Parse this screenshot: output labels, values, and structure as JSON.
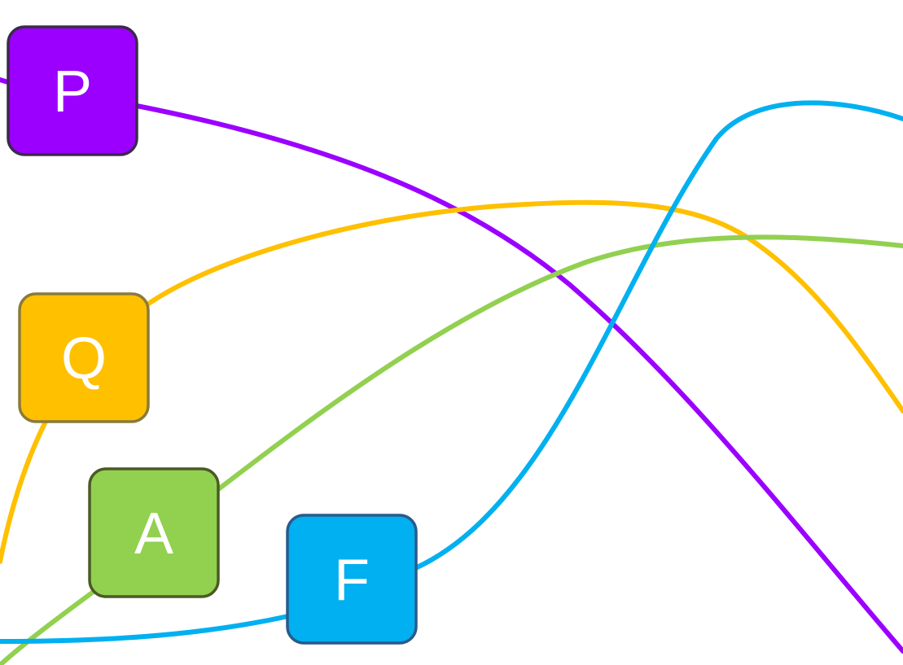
{
  "nodes": [
    {
      "id": "P",
      "label": "P",
      "fill": "#9b00ff",
      "stroke": "#3b2a4a"
    },
    {
      "id": "Q",
      "label": "Q",
      "fill": "#ffc000",
      "stroke": "#8a7a3a"
    },
    {
      "id": "A",
      "label": "A",
      "fill": "#92d050",
      "stroke": "#4b5a25"
    },
    {
      "id": "F",
      "label": "F",
      "fill": "#00b0f0",
      "stroke": "#2a5a8a"
    }
  ],
  "edges": [
    {
      "name": "edge-p",
      "color": "#9b00ff"
    },
    {
      "name": "edge-p-left",
      "color": "#9b00ff"
    },
    {
      "name": "edge-q",
      "color": "#ffc000"
    },
    {
      "name": "edge-q-left",
      "color": "#ffc000"
    },
    {
      "name": "edge-a",
      "color": "#92d050"
    },
    {
      "name": "edge-a-left",
      "color": "#92d050"
    },
    {
      "name": "edge-f",
      "color": "#00b0f0"
    },
    {
      "name": "edge-f-left",
      "color": "#00b0f0"
    }
  ]
}
